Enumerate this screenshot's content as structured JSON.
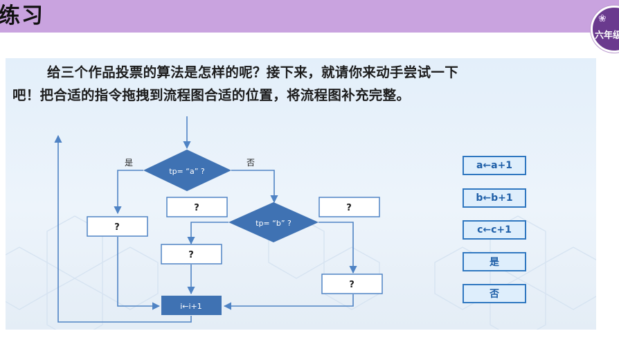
{
  "header": {
    "title": "练习"
  },
  "badge": {
    "text": "六年级"
  },
  "instruction": {
    "line1": "给三个作品投票的算法是怎样的呢？接下来，就请你来动手尝试一下",
    "line2": "吧！把合适的指令拖拽到流程图合适的位置，将流程图补充完整。"
  },
  "flowchart": {
    "decision1": "tp= “a” ?",
    "decision2": "tp= “b” ?",
    "yes_label": "是",
    "no_label": "否",
    "slot_placeholder": "?",
    "process": "i←i+1"
  },
  "commands": [
    "a←a+1",
    "b←b+1",
    "c←c+1",
    "是",
    "否"
  ],
  "colors": {
    "header": "#c9a3df",
    "decision_fill": "#3f72b3",
    "slot_border": "#4f83c4",
    "command_border": "#2f77c0",
    "command_fill": "#deeefc"
  }
}
